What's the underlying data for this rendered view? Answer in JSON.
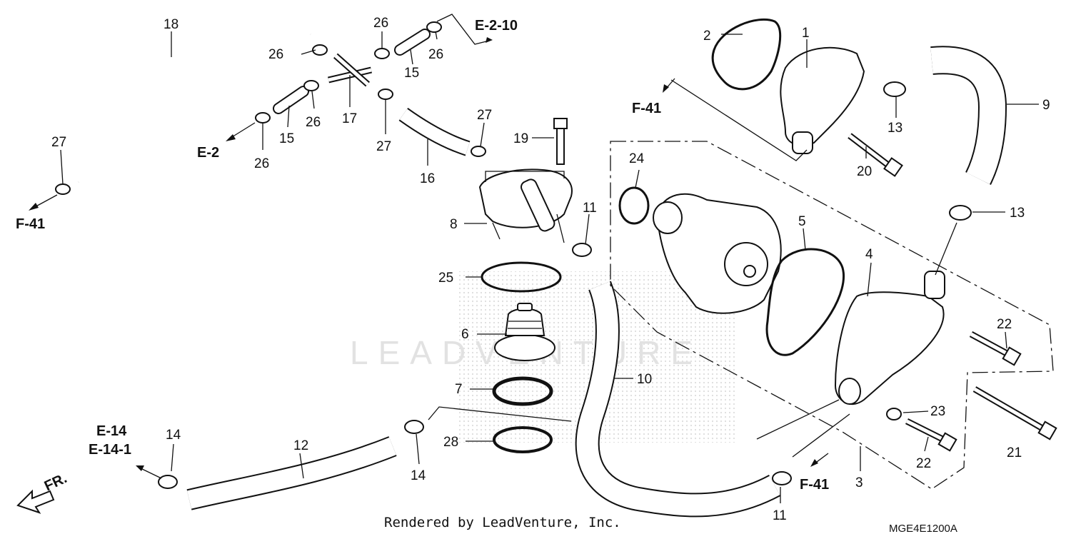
{
  "callouts": [
    {
      "id": "c1",
      "text": "1"
    },
    {
      "id": "c2",
      "text": "2"
    },
    {
      "id": "c3",
      "text": "3"
    },
    {
      "id": "c4",
      "text": "4"
    },
    {
      "id": "c5",
      "text": "5"
    },
    {
      "id": "c6",
      "text": "6"
    },
    {
      "id": "c7",
      "text": "7"
    },
    {
      "id": "c8",
      "text": "8"
    },
    {
      "id": "c9",
      "text": "9"
    },
    {
      "id": "c10",
      "text": "10"
    },
    {
      "id": "c11a",
      "text": "11"
    },
    {
      "id": "c11b",
      "text": "11"
    },
    {
      "id": "c12",
      "text": "12"
    },
    {
      "id": "c13a",
      "text": "13"
    },
    {
      "id": "c13b",
      "text": "13"
    },
    {
      "id": "c14a",
      "text": "14"
    },
    {
      "id": "c14b",
      "text": "14"
    },
    {
      "id": "c15a",
      "text": "15"
    },
    {
      "id": "c15b",
      "text": "15"
    },
    {
      "id": "c16",
      "text": "16"
    },
    {
      "id": "c17",
      "text": "17"
    },
    {
      "id": "c18",
      "text": "18"
    },
    {
      "id": "c19",
      "text": "19"
    },
    {
      "id": "c20",
      "text": "20"
    },
    {
      "id": "c21",
      "text": "21"
    },
    {
      "id": "c22a",
      "text": "22"
    },
    {
      "id": "c22b",
      "text": "22"
    },
    {
      "id": "c23",
      "text": "23"
    },
    {
      "id": "c24",
      "text": "24"
    },
    {
      "id": "c25",
      "text": "25"
    },
    {
      "id": "c26a",
      "text": "26"
    },
    {
      "id": "c26b",
      "text": "26"
    },
    {
      "id": "c26c",
      "text": "26"
    },
    {
      "id": "c26d",
      "text": "26"
    },
    {
      "id": "c26e",
      "text": "26"
    },
    {
      "id": "c27a",
      "text": "27"
    },
    {
      "id": "c27b",
      "text": "27"
    },
    {
      "id": "c27c",
      "text": "27"
    },
    {
      "id": "c28",
      "text": "28"
    }
  ],
  "refs": {
    "e210": "E-2-10",
    "e2": "E-2",
    "f41_left": "F-41",
    "f41_top": "F-41",
    "f41_bottom": "F-41",
    "e14": "E-14",
    "e141": "E-14-1",
    "fr": "FR."
  },
  "footer": {
    "credit": "Rendered by LeadVenture, Inc.",
    "diagram_code": "MGE4E1200A"
  },
  "watermark": "LEADVENTURE"
}
